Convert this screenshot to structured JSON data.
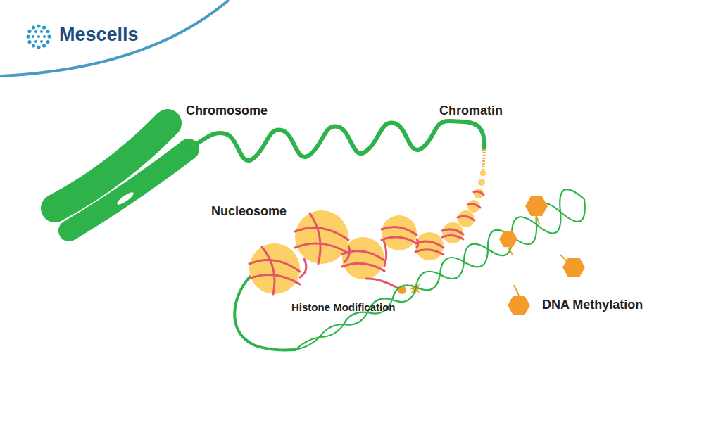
{
  "diagram": {
    "labels": [
      "Mescells",
      "Chromosome",
      "Chromatin",
      "Nucleosome",
      "Histone Modification",
      "DNA Methylation"
    ]
  }
}
